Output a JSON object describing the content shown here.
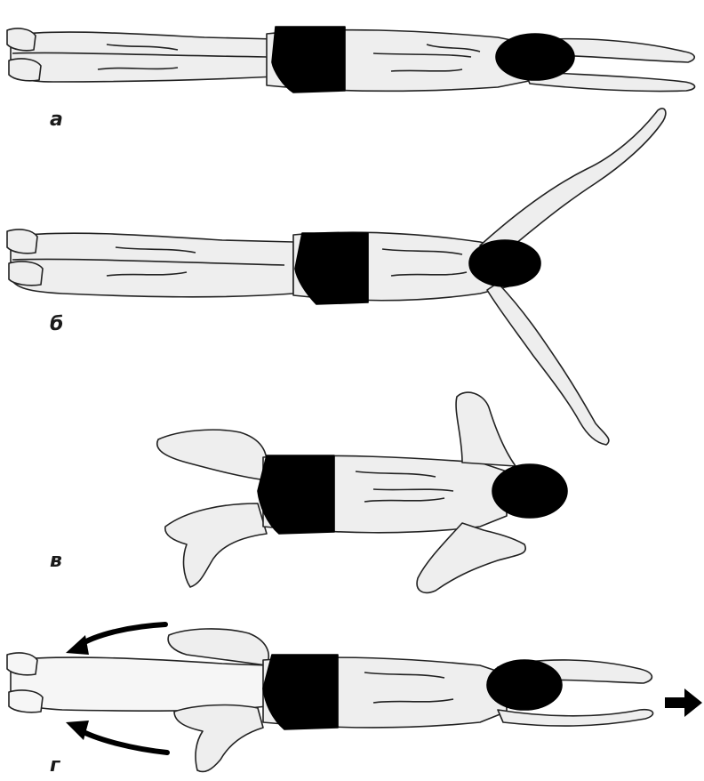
{
  "figure": {
    "panels": [
      {
        "id": "a",
        "label": "а"
      },
      {
        "id": "b",
        "label": "б"
      },
      {
        "id": "c",
        "label": "в"
      },
      {
        "id": "d",
        "label": "г"
      }
    ]
  },
  "colors": {
    "skin": "#eeeeee",
    "outline": "#222222",
    "fill_dark": "#000000",
    "background": "#ffffff"
  }
}
